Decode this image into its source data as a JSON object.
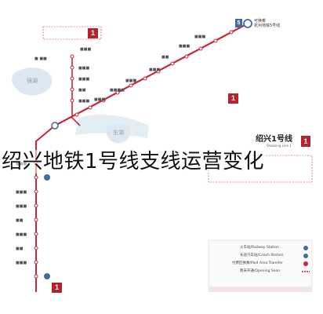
{
  "headline": "绍兴地铁1号线支线运营变化",
  "line_logo": {
    "number": "1",
    "name_cn": "绍兴1号线",
    "name_en": "Shaoxing Line 1"
  },
  "top_right_terminal": {
    "number": "5",
    "line1": "可换乘",
    "line2": "杭州地铁5号线"
  },
  "top_note_badge": "1",
  "right_badge": "1",
  "bottom_badge": "1",
  "lakes": [
    {
      "name": "镜湖"
    },
    {
      "name": "东湖"
    }
  ],
  "legend": {
    "items": [
      "火车站/Railway Station",
      "长途汽车站/Coach Station",
      "付费区换乘/Paid Area Transfer",
      "暂未开通/Opening Soon"
    ]
  },
  "colors": {
    "line_main": "#c8283a",
    "line_light": "#e8a4ad",
    "river": "#d9e6ef",
    "accent_blue": "#3f6e9e"
  }
}
